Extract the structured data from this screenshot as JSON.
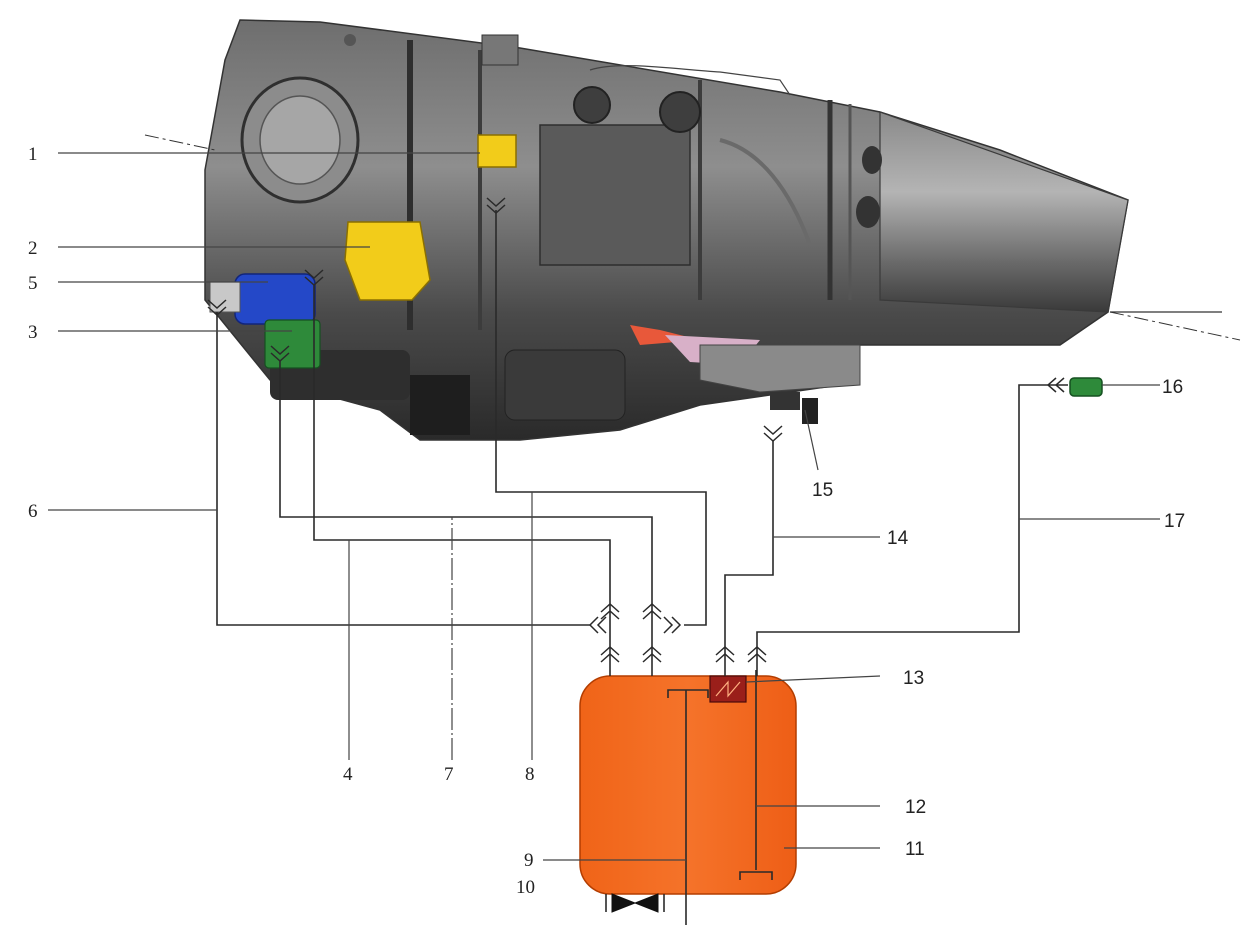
{
  "diagram": {
    "callouts": {
      "c1": "1",
      "c2": "2",
      "c3": "3",
      "c4": "4",
      "c5": "5",
      "c6": "6",
      "c7": "7",
      "c8": "8",
      "c9": "9",
      "c10": "10",
      "c11": "11",
      "c12": "12",
      "c13": "13",
      "c14": "14",
      "c15": "15",
      "c16": "16",
      "c17": "17"
    },
    "colors": {
      "tank": "#f2661e",
      "engine_dark": "#4a4a4a",
      "engine_mid": "#7a7a7a",
      "engine_light": "#a8a8a8",
      "unit_yellow": "#f2cc1a",
      "unit_blue": "#2448c8",
      "unit_green": "#2e8a3a",
      "unit_red": "#9a1f1a"
    },
    "icons": [
      "engine-illustration",
      "oil-tank",
      "drain-valve-icon",
      "filter-icon",
      "chevron-connector-icon"
    ]
  }
}
